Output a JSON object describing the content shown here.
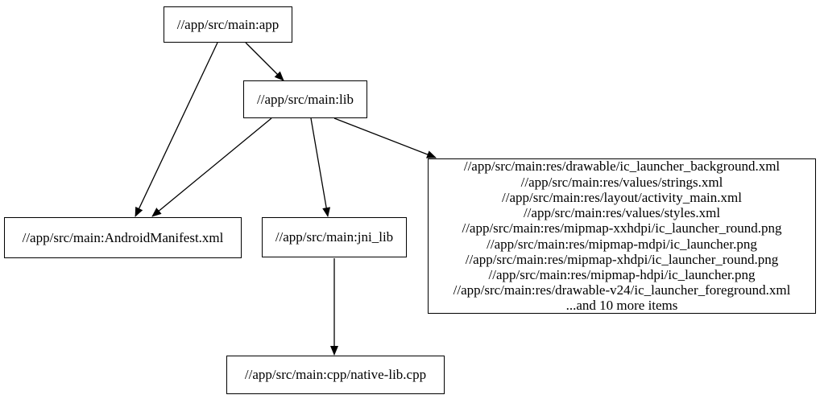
{
  "diagram": {
    "type": "dependency-graph",
    "background_color": "#ffffff",
    "node_border_color": "#000000",
    "edge_color": "#000000",
    "text_color": "#000000",
    "nodes": {
      "app": {
        "label": "//app/src/main:app"
      },
      "lib": {
        "label": "//app/src/main:lib"
      },
      "android_manifest": {
        "label": "//app/src/main:AndroidManifest.xml"
      },
      "jni_lib": {
        "label": "//app/src/main:jni_lib"
      },
      "resources": {
        "lines": [
          "//app/src/main:res/drawable/ic_launcher_background.xml",
          "//app/src/main:res/values/strings.xml",
          "//app/src/main:res/layout/activity_main.xml",
          "//app/src/main:res/values/styles.xml",
          "//app/src/main:res/mipmap-xxhdpi/ic_launcher_round.png",
          "//app/src/main:res/mipmap-mdpi/ic_launcher.png",
          "//app/src/main:res/mipmap-xhdpi/ic_launcher_round.png",
          "//app/src/main:res/mipmap-hdpi/ic_launcher.png",
          "//app/src/main:res/drawable-v24/ic_launcher_foreground.xml",
          "...and 10 more items"
        ]
      },
      "native_lib": {
        "label": "//app/src/main:cpp/native-lib.cpp"
      }
    },
    "edges": [
      {
        "from": "app",
        "to": "lib"
      },
      {
        "from": "app",
        "to": "android_manifest"
      },
      {
        "from": "lib",
        "to": "android_manifest"
      },
      {
        "from": "lib",
        "to": "jni_lib"
      },
      {
        "from": "lib",
        "to": "resources"
      },
      {
        "from": "jni_lib",
        "to": "native_lib"
      }
    ]
  }
}
